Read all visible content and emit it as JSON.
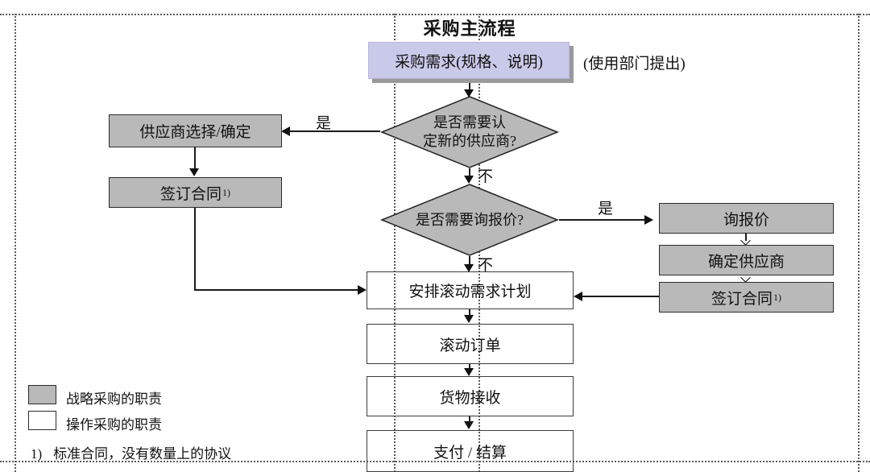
{
  "title": "采购主流程",
  "colors": {
    "strategic_fill": "#b9b9b9",
    "operational_fill": "#ffffff",
    "start_fill": "#c9c9ea",
    "line": "#1a1a1a"
  },
  "nodes": {
    "demand": {
      "label": "采购需求(规格、说明)",
      "note": "(使用部门提出)"
    },
    "decision_new_supplier": {
      "line1": "是否需要认",
      "line2": "定新的供应商?"
    },
    "supplier_select": {
      "label": "供应商选择/确定"
    },
    "sign_contract_left": {
      "label": "签订合同",
      "sup": "1)"
    },
    "decision_rfq": {
      "label": "是否需要询报价?"
    },
    "rfq": {
      "label": "询报价"
    },
    "confirm_supplier": {
      "label": "确定供应商"
    },
    "sign_contract_right": {
      "label": "签订合同",
      "sup": "1)"
    },
    "rolling_plan": {
      "label": "安排滚动需求计划"
    },
    "rolling_order": {
      "label": "滚动订单"
    },
    "goods_receipt": {
      "label": "货物接收"
    },
    "payment": {
      "label": "支付 / 结算"
    }
  },
  "edge_labels": {
    "yes1": "是",
    "no1": "不",
    "yes2": "是",
    "no2": "不"
  },
  "legend": {
    "strategic": "战略采购的职责",
    "operational": "操作采购的职责",
    "footnote_marker": "1)",
    "footnote_text": "标准合同，没有数量上的协议"
  }
}
